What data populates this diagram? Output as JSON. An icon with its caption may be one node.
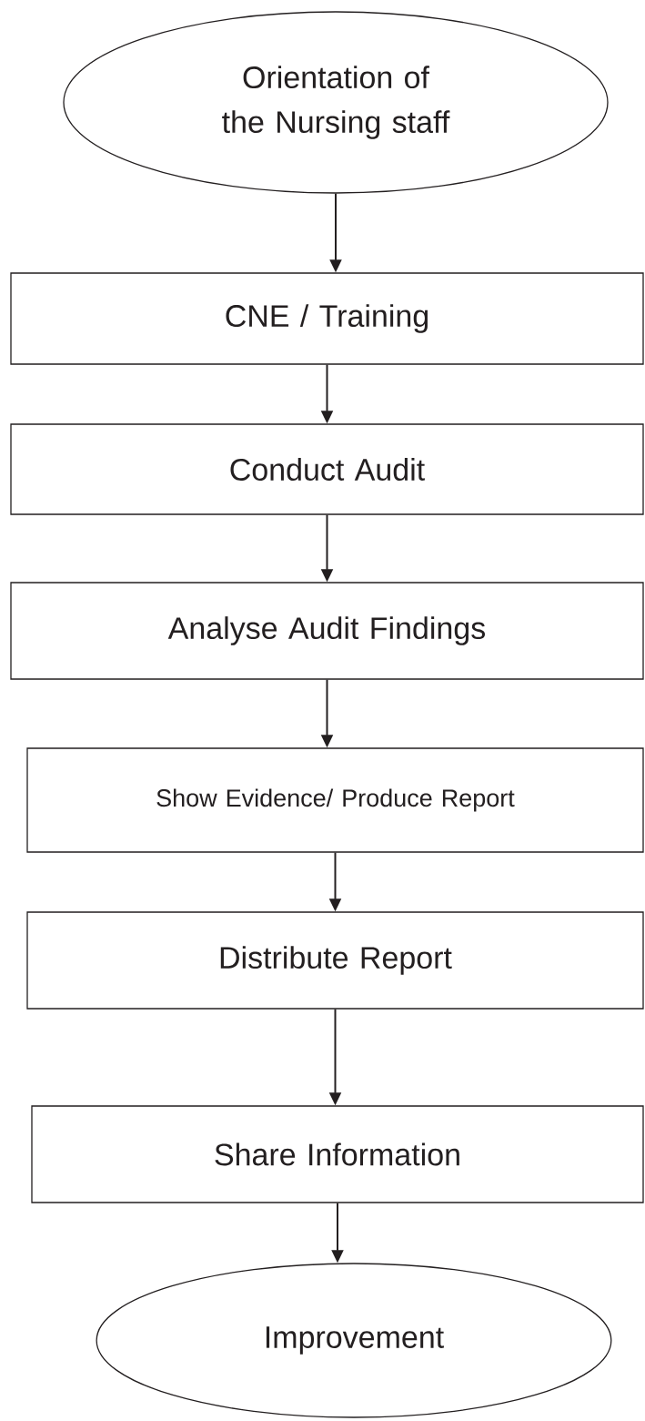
{
  "diagram": {
    "nodes": [
      {
        "text": [
          "Orientation of the Nursing staff"
        ]
      },
      {
        "text": [
          "CNE / Training"
        ]
      },
      {
        "text": [
          "Conduct Audit"
        ]
      },
      {
        "text": [
          "Analyse Audit Findings"
        ]
      },
      {
        "text": [
          "Show Evidence/ Produce Report"
        ]
      },
      {
        "text": [
          "Distribute Report"
        ]
      },
      {
        "text": [
          "Share Information"
        ]
      },
      {
        "text": [
          "Improvement"
        ]
      }
    ],
    "edges": [
      {
        "from": 0,
        "to": 1,
        "arrow": "to"
      },
      {
        "from": 1,
        "to": 2,
        "arrow": "to"
      },
      {
        "from": 2,
        "to": 3,
        "arrow": "to"
      },
      {
        "from": 3,
        "to": 4,
        "arrow": "to"
      },
      {
        "from": 4,
        "to": 5,
        "arrow": "to"
      },
      {
        "from": 5,
        "to": 6,
        "arrow": "to"
      },
      {
        "from": 6,
        "to": 7,
        "arrow": "to"
      }
    ]
  }
}
